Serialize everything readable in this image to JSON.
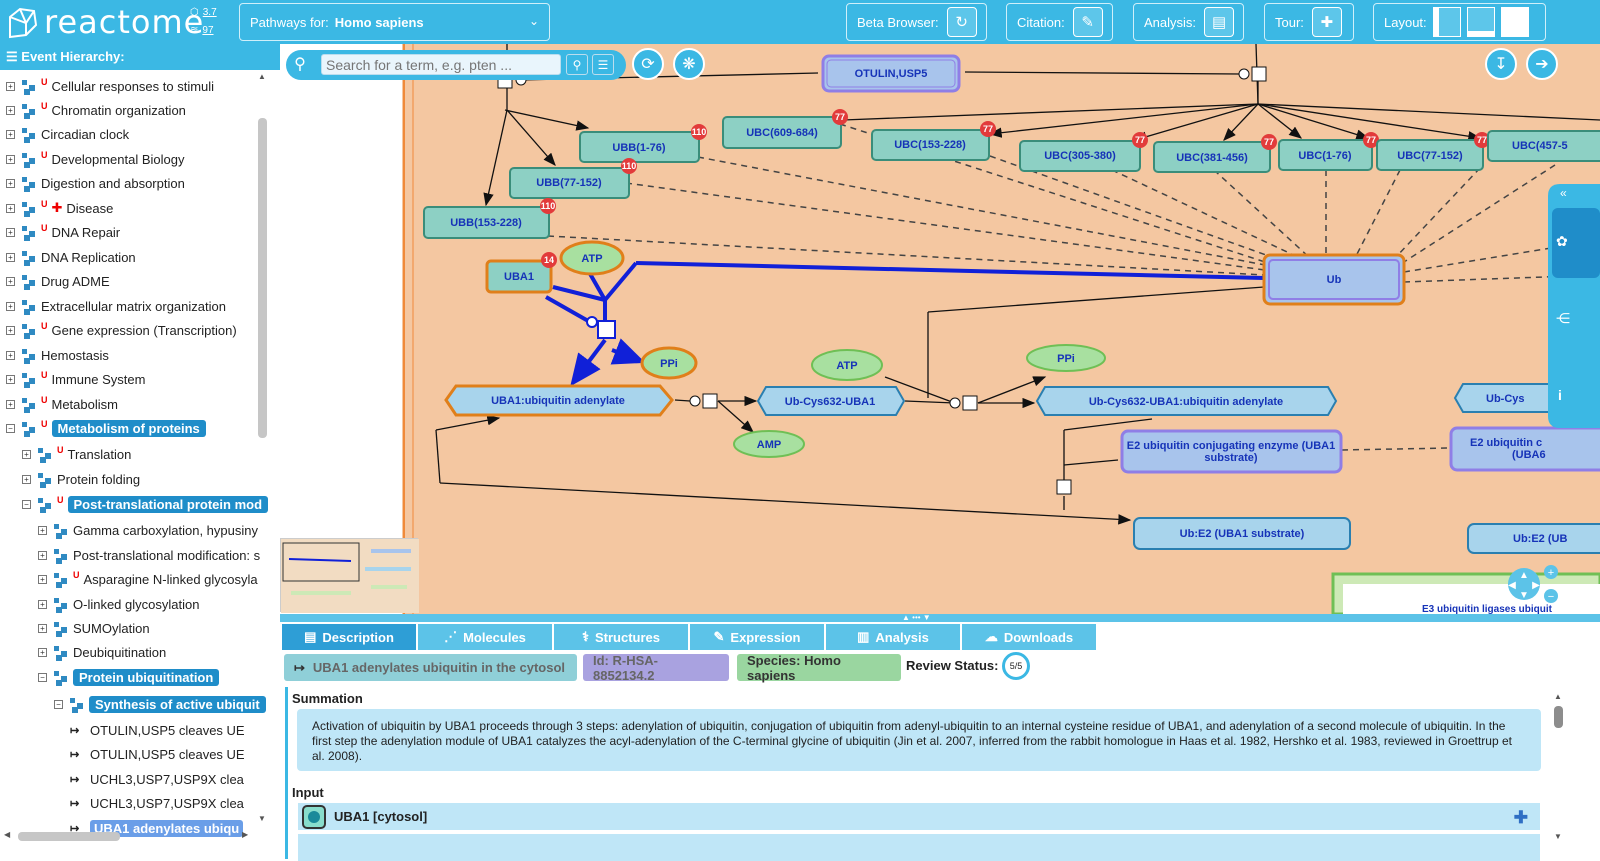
{
  "header": {
    "logo_text": "reactome",
    "version_a": "3.7",
    "version_b": "97",
    "species_label": "Pathways for:",
    "species_value": "Homo sapiens",
    "beta_label": "Beta Browser:",
    "citation_label": "Citation:",
    "analysis_label": "Analysis:",
    "tour_label": "Tour:",
    "layout_label": "Layout:"
  },
  "hierarchy": {
    "title": "Event Hierarchy:",
    "items": [
      {
        "label": "Cellular responses to stimuli",
        "u": true
      },
      {
        "label": "Chromatin organization",
        "u": true
      },
      {
        "label": "Circadian clock",
        "u": false
      },
      {
        "label": "Developmental Biology",
        "u": true
      },
      {
        "label": "Digestion and absorption",
        "u": false
      },
      {
        "label": "Disease",
        "u": true
      },
      {
        "label": "DNA Repair",
        "u": true
      },
      {
        "label": "DNA Replication",
        "u": false
      },
      {
        "label": "Drug ADME",
        "u": false
      },
      {
        "label": "Extracellular matrix organization",
        "u": false
      },
      {
        "label": "Gene expression (Transcription)",
        "u": true
      },
      {
        "label": "Hemostasis",
        "u": false
      },
      {
        "label": "Immune System",
        "u": true
      },
      {
        "label": "Metabolism",
        "u": true
      },
      {
        "label": "Metabolism of proteins",
        "u": true
      }
    ],
    "sub1": [
      {
        "label": "Translation",
        "u": true
      },
      {
        "label": "Protein folding",
        "u": false
      },
      {
        "label": "Post-translational protein mod",
        "u": true
      }
    ],
    "sub2": [
      {
        "label": "Gamma carboxylation, hypusiny",
        "u": false
      },
      {
        "label": "Post-translational modification: s",
        "u": false
      },
      {
        "label": "Asparagine N-linked glycosyla",
        "u": true
      },
      {
        "label": "O-linked glycosylation",
        "u": false
      },
      {
        "label": "SUMOylation",
        "u": false
      },
      {
        "label": "Deubiquitination",
        "u": false
      },
      {
        "label": "Protein ubiquitination",
        "u": false
      }
    ],
    "sub3": "Synthesis of active ubiquit",
    "reactions": [
      "OTULIN,USP5 cleaves UE",
      "OTULIN,USP5 cleaves UE",
      "UCHL3,USP7,USP9X clea",
      "UCHL3,USP7,USP9X clea",
      "UBA1 adenylates ubiqu"
    ]
  },
  "search": {
    "placeholder": "Search for a term, e.g. pten ..."
  },
  "diagram": {
    "nodes": {
      "otulin": "OTULIN,USP5",
      "ubb176": "UBB(1-76)",
      "ubb77": "UBB(77-152)",
      "ubb153": "UBB(153-228)",
      "ubc609": "UBC(609-684)",
      "ubc153": "UBC(153-228)",
      "ubc305": "UBC(305-380)",
      "ubc381": "UBC(381-456)",
      "ubc176": "UBC(1-76)",
      "ubc77": "UBC(77-152)",
      "ubc457": "UBC(457-5",
      "uba1": "UBA1",
      "atp1": "ATP",
      "ub": "Ub",
      "ppi1": "PPi",
      "uba1ub": "UBA1:ubiquitin adenylate",
      "atp2": "ATP",
      "ppi2": "PPi",
      "ubcys": "Ub-Cys632-UBA1",
      "ubcysub": "Ub-Cys632-UBA1:ubiquitin adenylate",
      "ubcys_r": "Ub-Cys",
      "amp": "AMP",
      "e2_line1": "E2 ubiquitin conjugating enzyme (UBA1",
      "e2_line2": "substrate)",
      "e2r_line1": "E2 ubiquitin c",
      "e2r_line2": "(UBA6",
      "ube2": "Ub:E2 (UBA1 substrate)",
      "ube2_r": "Ub:E2 (UB",
      "e3": "E3 ubiquitin ligases ubiquit"
    },
    "badges": {
      "b110": "110",
      "b77": "77",
      "b14": "14"
    }
  },
  "tabs": [
    {
      "label": "Description",
      "icon": "description-icon"
    },
    {
      "label": "Molecules",
      "icon": "molecules-icon"
    },
    {
      "label": "Structures",
      "icon": "structures-icon"
    },
    {
      "label": "Expression",
      "icon": "expression-icon"
    },
    {
      "label": "Analysis",
      "icon": "analysis-icon"
    },
    {
      "label": "Downloads",
      "icon": "downloads-icon"
    }
  ],
  "details": {
    "name": "UBA1 adenylates ubiquitin in the cytosol",
    "id": "Id: R-HSA-8852134.2",
    "species": "Species: Homo sapiens",
    "review_label": "Review Status:",
    "review_value": "5/5",
    "summation_title": "Summation",
    "summation_text": "Activation of ubiquitin by UBA1 proceeds through 3 steps: adenylation of ubiquitin, conjugation of ubiquitin from adenyl-ubiquitin to an internal cysteine residue of UBA1, and adenylation of a second molecule of ubiquitin. In the first step the adenylation module of UBA1 catalyzes the acyl-adenylation of the C-terminal glycine of ubiquitin (Jin et al. 2007, inferred from the rabbit homologue in Haas et al. 1982, Hershko et al. 1983, reviewed in Groettrup et al. 2008).",
    "input_title": "Input",
    "input_item": "UBA1 [cytosol]"
  },
  "colors": {
    "header": "#3bb8e4",
    "diagram_bg": "#f4c7a1",
    "protein_fill": "#8dd0c4",
    "complex_fill": "#a8d4ec",
    "chemical_fill": "#a8e0a0",
    "highlight": "#1020d8",
    "badge": "#e23b3b"
  }
}
